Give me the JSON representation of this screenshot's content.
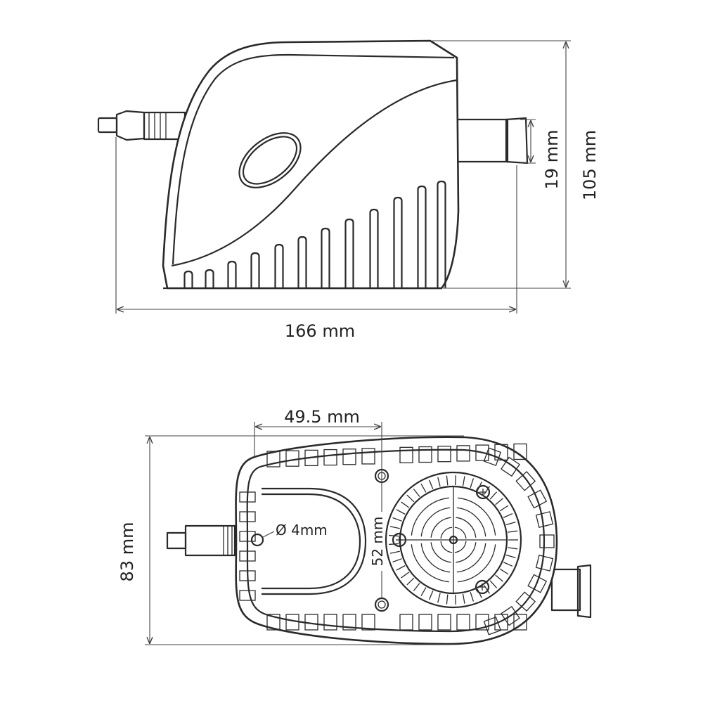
{
  "side_view": {
    "width_label": "166 mm",
    "height_label": "105 mm",
    "outlet_label": "19 mm"
  },
  "bottom_view": {
    "mount_spacing_label": "49.5 mm",
    "depth_label": "83 mm",
    "hole_spacing_label": "52 mm",
    "hole_diameter_label": "Ø 4mm"
  },
  "colors": {
    "line": "#2a2a2a",
    "background": "#ffffff"
  }
}
